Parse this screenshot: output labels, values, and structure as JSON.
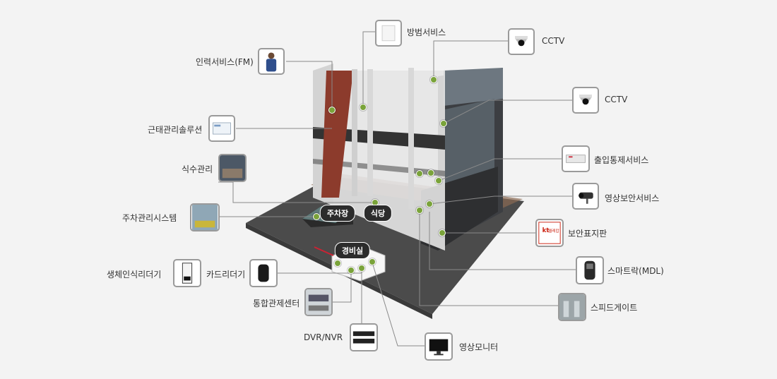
{
  "labels": {
    "manpower": "인력서비스(FM)",
    "crime_prevention": "방범서비스",
    "cctv_top": "CCTV",
    "cctv_right": "CCTV",
    "attendance": "근태관리솔루션",
    "access_control": "출입통제서비스",
    "meal": "식수관리",
    "video_security": "영상보안서비스",
    "parking_system": "주차관리시스템",
    "security_sign": "보안표지판",
    "biometric": "생체인식리더기",
    "card_reader": "카드리더기",
    "smart_lock": "스마트락(MDL)",
    "control_center": "통합관제센터",
    "speed_gate": "스피드게이트",
    "dvr_nvr": "DVR/NVR",
    "monitor": "영상모니터"
  },
  "zones": {
    "parking": "주차장",
    "cafeteria": "식당",
    "guard_room": "경비실"
  },
  "sign_text": {
    "brand": "kt",
    "sub": "텔레캅"
  },
  "colors": {
    "background": "#f3f3f3",
    "dot": "#7aa33a",
    "leader_line": "#8a8a8a",
    "road": "#4a4a4a",
    "pill": "#2c2c2c"
  }
}
